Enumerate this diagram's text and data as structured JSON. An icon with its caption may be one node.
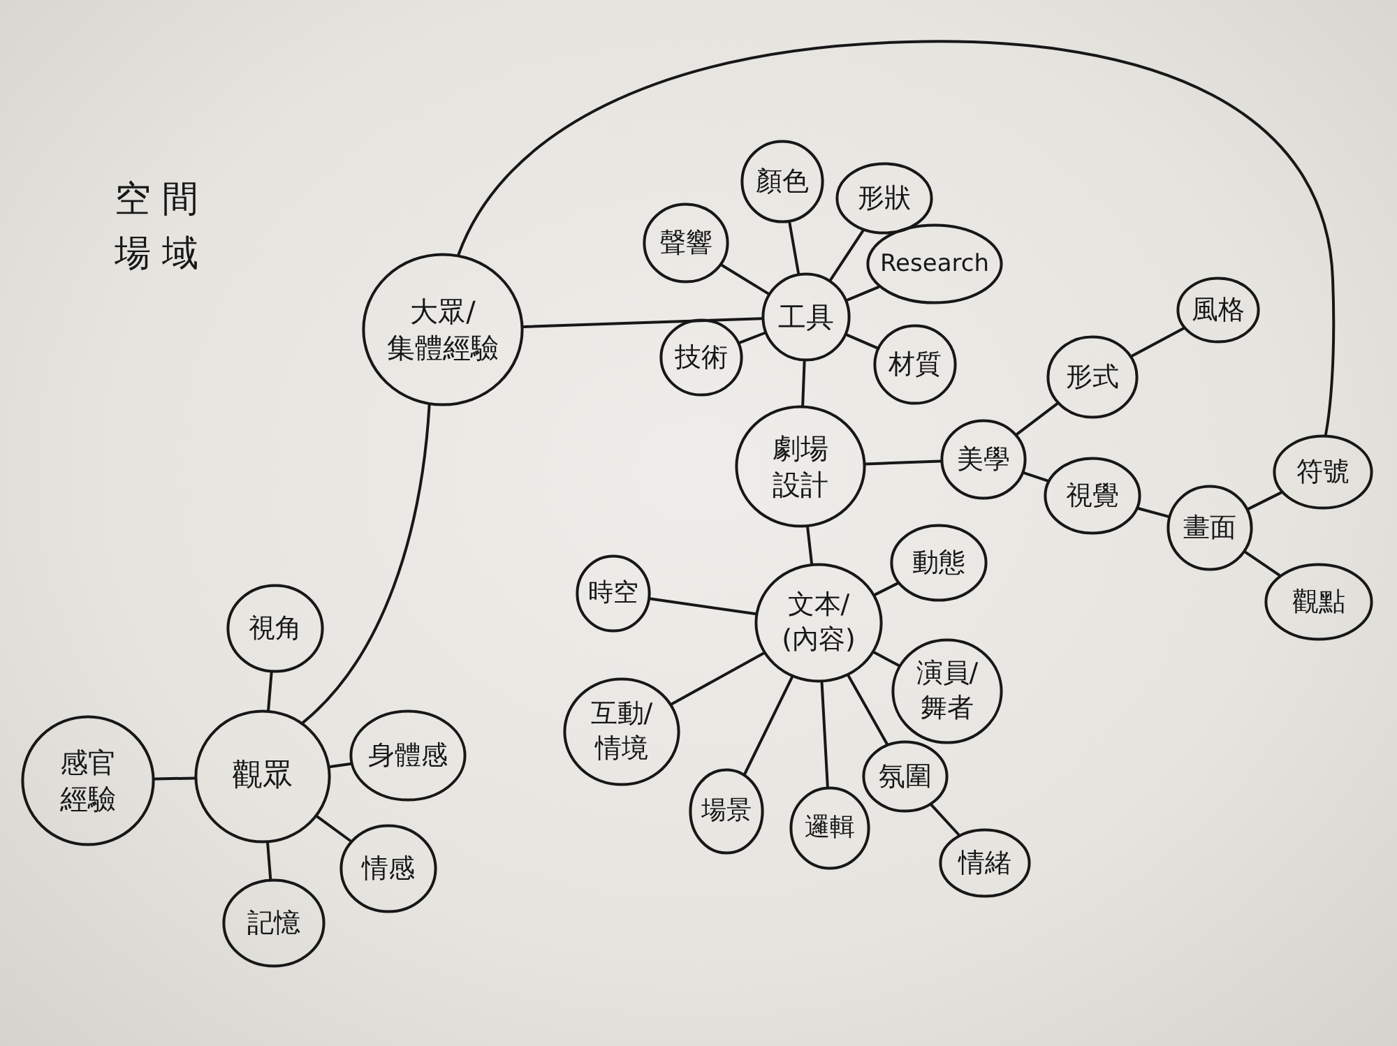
{
  "diagram": {
    "nodes": [
      {
        "text": [
          "大眾/集體經驗"
        ]
      },
      {
        "text": [
          "工具"
        ]
      },
      {
        "text": [
          "聲響"
        ]
      },
      {
        "text": [
          "顏色"
        ]
      },
      {
        "text": [
          "形狀"
        ]
      },
      {
        "text": [
          "Research"
        ]
      },
      {
        "text": [
          "技術"
        ]
      },
      {
        "text": [
          "材質"
        ]
      },
      {
        "text": [
          "劇場設計"
        ]
      },
      {
        "text": [
          "美學"
        ]
      },
      {
        "text": [
          "形式"
        ]
      },
      {
        "text": [
          "風格"
        ]
      },
      {
        "text": [
          "視覺"
        ]
      },
      {
        "text": [
          "畫面"
        ]
      },
      {
        "text": [
          "符號"
        ]
      },
      {
        "text": [
          "觀點"
        ]
      },
      {
        "text": [
          "文本/(內容)"
        ]
      },
      {
        "text": [
          "時空"
        ]
      },
      {
        "text": [
          "動態"
        ]
      },
      {
        "text": [
          "演員/舞者"
        ]
      },
      {
        "text": [
          "互動/情境"
        ]
      },
      {
        "text": [
          "場景"
        ]
      },
      {
        "text": [
          "邏輯"
        ]
      },
      {
        "text": [
          "氛圍"
        ]
      },
      {
        "text": [
          "情緒"
        ]
      },
      {
        "text": [
          "觀眾"
        ]
      },
      {
        "text": [
          "視角"
        ]
      },
      {
        "text": [
          "感官經驗"
        ]
      },
      {
        "text": [
          "身體感"
        ]
      },
      {
        "text": [
          "情感"
        ]
      },
      {
        "text": [
          "記憶"
        ]
      }
    ],
    "edges": [
      {
        "from": 0,
        "to": 1,
        "arrow": "none"
      },
      {
        "from": 0,
        "to": 14,
        "arrow": "none"
      },
      {
        "from": 0,
        "to": 25,
        "arrow": "none"
      },
      {
        "from": 1,
        "to": 2,
        "arrow": "none"
      },
      {
        "from": 1,
        "to": 3,
        "arrow": "none"
      },
      {
        "from": 1,
        "to": 4,
        "arrow": "none"
      },
      {
        "from": 1,
        "to": 5,
        "arrow": "none"
      },
      {
        "from": 1,
        "to": 6,
        "arrow": "none"
      },
      {
        "from": 1,
        "to": 7,
        "arrow": "none"
      },
      {
        "from": 1,
        "to": 8,
        "arrow": "none"
      },
      {
        "from": 8,
        "to": 9,
        "arrow": "none"
      },
      {
        "from": 8,
        "to": 16,
        "arrow": "none"
      },
      {
        "from": 9,
        "to": 10,
        "arrow": "none"
      },
      {
        "from": 10,
        "to": 11,
        "arrow": "none"
      },
      {
        "from": 9,
        "to": 12,
        "arrow": "none"
      },
      {
        "from": 12,
        "to": 13,
        "arrow": "none"
      },
      {
        "from": 13,
        "to": 14,
        "arrow": "none"
      },
      {
        "from": 13,
        "to": 15,
        "arrow": "none"
      },
      {
        "from": 16,
        "to": 17,
        "arrow": "none"
      },
      {
        "from": 16,
        "to": 18,
        "arrow": "none"
      },
      {
        "from": 16,
        "to": 19,
        "arrow": "none"
      },
      {
        "from": 16,
        "to": 20,
        "arrow": "none"
      },
      {
        "from": 16,
        "to": 21,
        "arrow": "none"
      },
      {
        "from": 16,
        "to": 22,
        "arrow": "none"
      },
      {
        "from": 16,
        "to": 23,
        "arrow": "none"
      },
      {
        "from": 23,
        "to": 24,
        "arrow": "none"
      },
      {
        "from": 25,
        "to": 26,
        "arrow": "none"
      },
      {
        "from": 25,
        "to": 27,
        "arrow": "none"
      },
      {
        "from": 25,
        "to": 28,
        "arrow": "none"
      },
      {
        "from": 25,
        "to": 29,
        "arrow": "none"
      },
      {
        "from": 25,
        "to": 30,
        "arrow": "none"
      }
    ],
    "labels": [
      "空間場域"
    ]
  }
}
